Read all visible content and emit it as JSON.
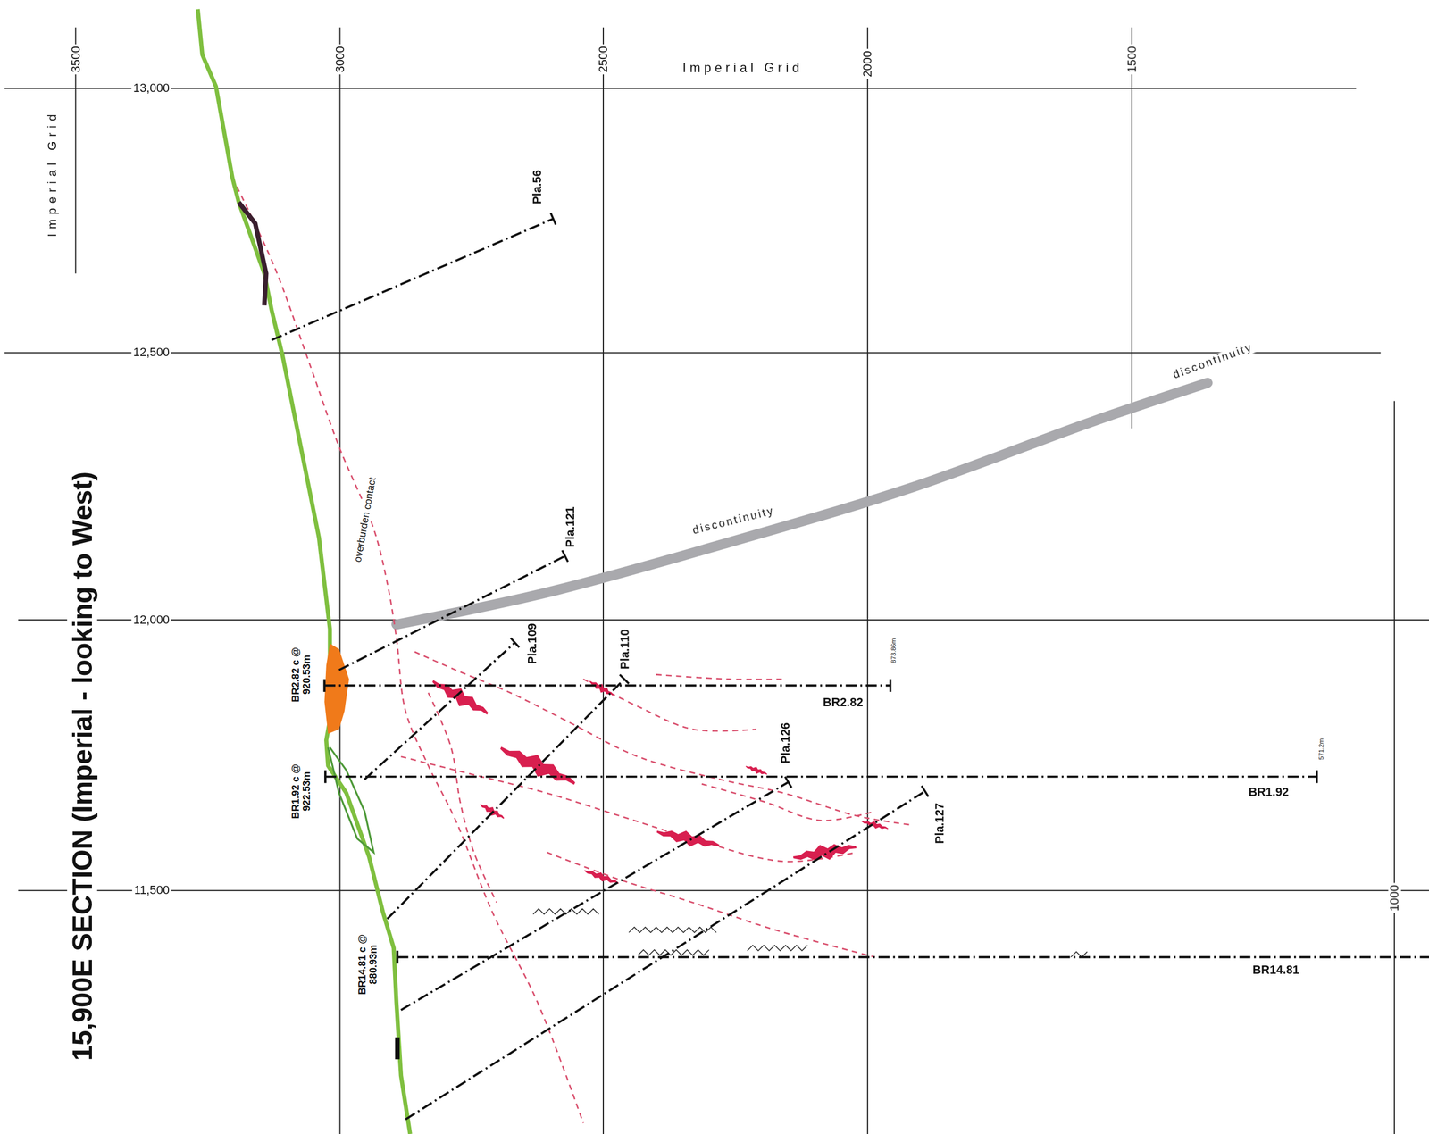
{
  "diagram": {
    "title": "15,900E SECTION (Imperial - looking to West)",
    "labels": [
      "Imperial Grid",
      "Imperial Grid",
      "3500",
      "3000",
      "2500",
      "2000",
      "1500",
      "1000",
      "13,000",
      "12,500",
      "12,000",
      "11,500",
      "Pla.56",
      "Pla.121",
      "Pla.109",
      "Pla.110",
      "Pla.126",
      "Pla.127",
      "BR2.82",
      "BR1.92",
      "BR14.81",
      "BR2.82 c @ 920.53m",
      "BR1.92 c @ 922.53m",
      "BR14.81 c @ 880.93m",
      "873.86m",
      "571.2m",
      "discontinuity",
      "discontinuity",
      "overburden contact"
    ]
  }
}
